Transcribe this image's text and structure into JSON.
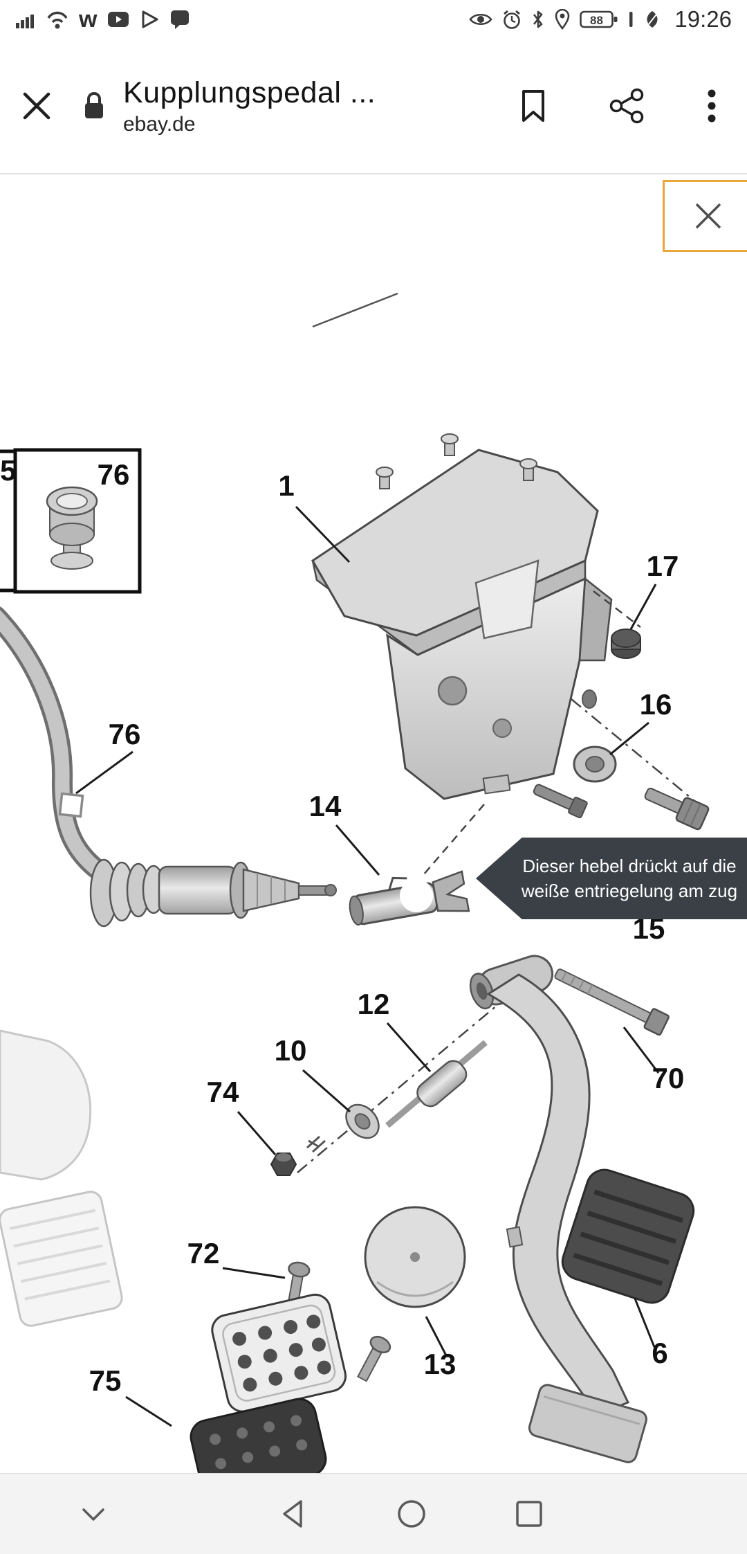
{
  "status_bar": {
    "time": "19:26",
    "battery_level": "88",
    "left_icons": [
      "signal-strength-icon",
      "wifi-icon",
      "wish-app-icon",
      "video-play-icon",
      "play-store-icon",
      "chat-bubble-icon"
    ],
    "right_icons": [
      "eye-comfort-icon",
      "alarm-clock-icon",
      "bluetooth-icon",
      "location-icon",
      "battery-icon",
      "power-save-icon"
    ]
  },
  "browser_bar": {
    "page_title": "Kupplungspedal ...",
    "page_domain": "ebay.de",
    "icons": [
      "close-tab-icon",
      "secure-lock-icon",
      "bookmark-icon",
      "share-icon",
      "overflow-menu-icon"
    ]
  },
  "image_viewer": {
    "tooltip_line1": "Dieser hebel drückt auf die",
    "tooltip_line2": "weiße  entriegelung am zug",
    "part_labels": [
      {
        "text": "5"
      },
      {
        "text": "76"
      },
      {
        "text": "1"
      },
      {
        "text": "17"
      },
      {
        "text": "16"
      },
      {
        "text": "76"
      },
      {
        "text": "14"
      },
      {
        "text": "15"
      },
      {
        "text": "12"
      },
      {
        "text": "10"
      },
      {
        "text": "74"
      },
      {
        "text": "70"
      },
      {
        "text": "72"
      },
      {
        "text": "13"
      },
      {
        "text": "6"
      },
      {
        "text": "75"
      }
    ]
  },
  "nav_bar": {
    "icons": [
      "hide-navbar-icon",
      "back-icon",
      "home-icon",
      "recents-icon"
    ]
  },
  "colors": {
    "highlight_border": "#e9a63c",
    "tooltip_background": "#3a4046"
  }
}
